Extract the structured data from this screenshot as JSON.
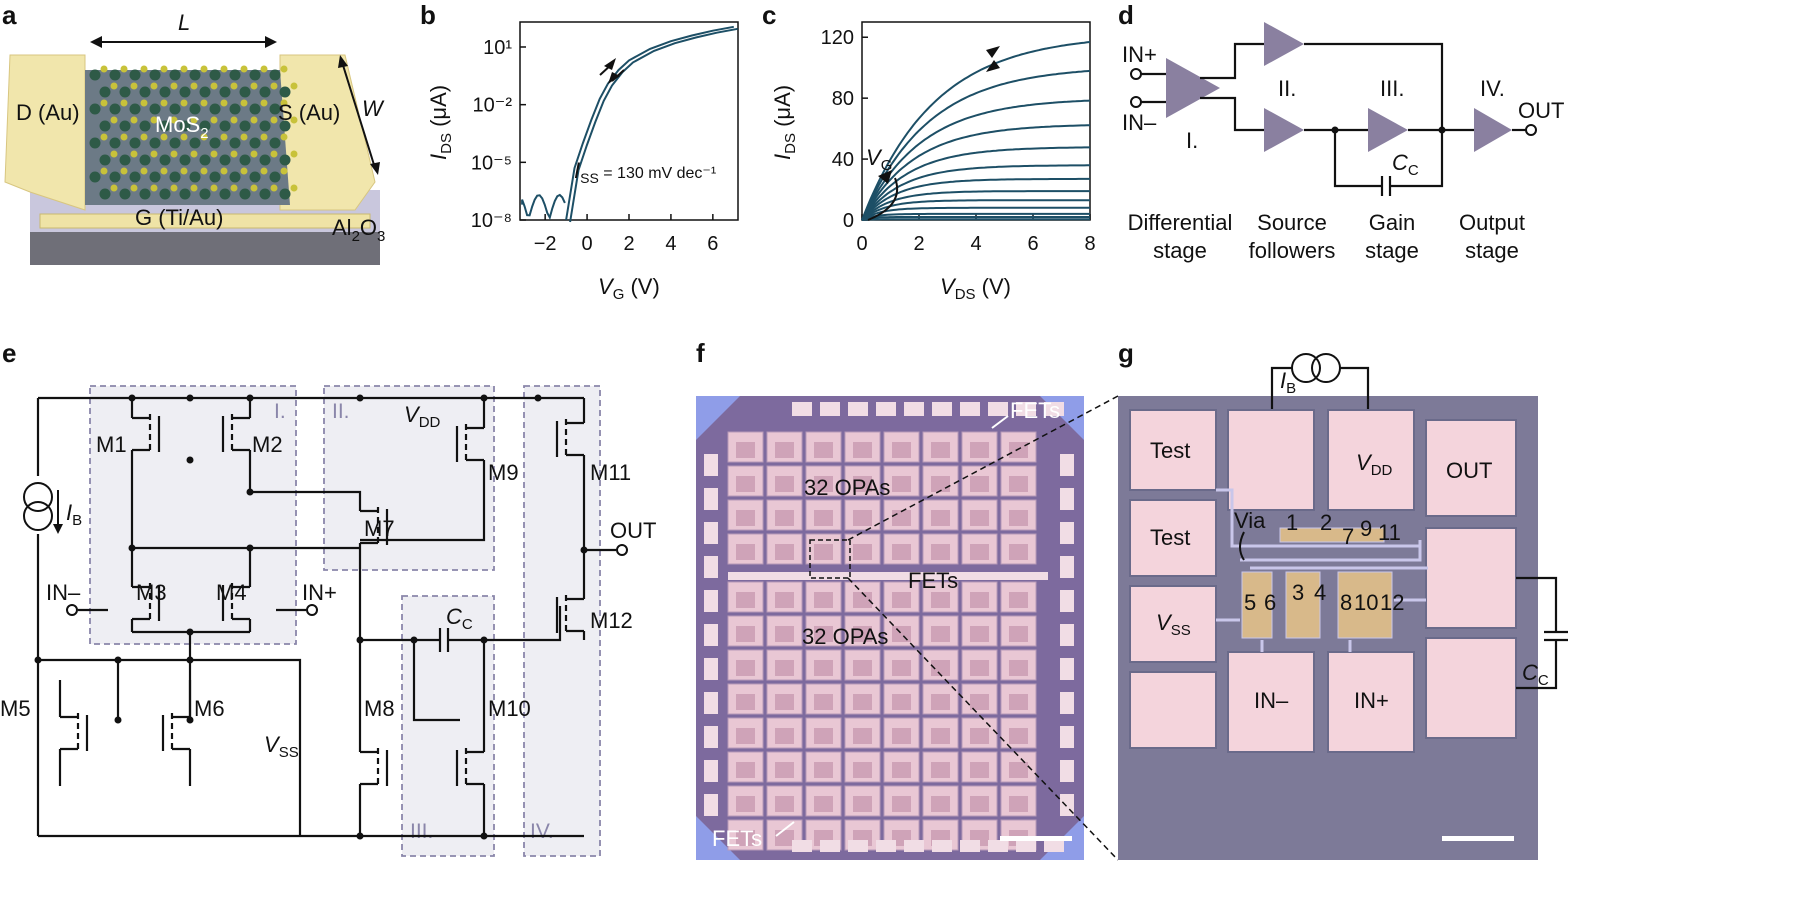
{
  "panels": {
    "a": {
      "label": "a",
      "L": "L",
      "W": "W",
      "drain": "D (Au)",
      "source": "S (Au)",
      "channel": "MoS",
      "channel_sub": "2",
      "gate": "G (Ti/Au)",
      "dielectric": "Al",
      "dielectric_sub1": "2",
      "dielectric_mid": "O",
      "dielectric_sub2": "3"
    },
    "b": {
      "label": "b",
      "ylabel": "I",
      "ylabel_sub": "DS",
      "ylabel_unit": " (μA)",
      "xlabel": "V",
      "xlabel_sub": "G",
      "xlabel_unit": " (V)",
      "ss_prefix": "I",
      "ss_sub": "SS",
      "ss_text": " = 130 mV dec⁻¹"
    },
    "c": {
      "label": "c",
      "ylabel": "I",
      "ylabel_sub": "DS",
      "ylabel_unit": " (μA)",
      "xlabel": "V",
      "xlabel_sub": "DS",
      "xlabel_unit": " (V)",
      "vg": "V",
      "vg_sub": "G"
    },
    "d": {
      "label": "d",
      "in_plus": "IN+",
      "in_minus": "IN–",
      "out": "OUT",
      "stage_I": "I.",
      "stage_II": "II.",
      "stage_III": "III.",
      "stage_IV": "IV.",
      "cc": "C",
      "cc_sub": "C",
      "captions": [
        [
          "Differential",
          "stage"
        ],
        [
          "Source",
          "followers"
        ],
        [
          "Gain",
          "stage"
        ],
        [
          "Output",
          "stage"
        ]
      ]
    },
    "e": {
      "label": "e",
      "vdd": "V",
      "vdd_sub": "DD",
      "vss": "V",
      "vss_sub": "SS",
      "ib": "I",
      "ib_sub": "B",
      "cc": "C",
      "cc_sub": "C",
      "in_minus": "IN–",
      "in_plus": "IN+",
      "out": "OUT",
      "transistors": [
        "M1",
        "M2",
        "M3",
        "M4",
        "M5",
        "M6",
        "M7",
        "M8",
        "M9",
        "M10",
        "M11",
        "M12"
      ],
      "regions": [
        "I.",
        "II.",
        "III.",
        "IV."
      ]
    },
    "f": {
      "label": "f",
      "opa_top": "32 OPAs",
      "opa_bottom": "32 OPAs",
      "fets_top": "FETs",
      "fets_mid": "FETs",
      "fets_bottom": "FETs"
    },
    "g": {
      "label": "g",
      "ib": "I",
      "ib_sub": "B",
      "test1": "Test",
      "test2": "Test",
      "vdd": "V",
      "vdd_sub": "DD",
      "out": "OUT",
      "vss": "V",
      "vss_sub": "SS",
      "in_minus": "IN–",
      "in_plus": "IN+",
      "via": "Via",
      "cc": "C",
      "cc_sub": "C",
      "numbers": [
        "1",
        "2",
        "7",
        "9",
        "11",
        "5",
        "6",
        "3",
        "4",
        "8",
        "10",
        "12"
      ]
    }
  },
  "chart_data": [
    {
      "type": "line",
      "panel": "b",
      "ylabel": "I_DS (μA)",
      "xlabel": "V_G (V)",
      "y_scale": "log",
      "xticks": [
        "−2",
        "0",
        "2",
        "4",
        "6"
      ],
      "yticks": [
        "10⁻⁸",
        "10⁻⁵",
        "10⁻²",
        "10¹"
      ],
      "xlim": [
        -3.2,
        7.2
      ],
      "ylim": [
        -8,
        2.3
      ],
      "series": [
        {
          "x": [
            -1,
            -0.6,
            -0.2,
            0.2,
            0.6,
            1.0,
            1.5,
            2,
            3,
            4,
            5,
            6,
            7
          ],
          "y": [
            -8,
            -5.3,
            -4,
            -2.8,
            -1.7,
            -0.9,
            -0.2,
            0.3,
            0.9,
            1.3,
            1.6,
            1.85,
            2.05
          ]
        }
      ],
      "annotation": "I_SS = 130 mV dec⁻¹"
    },
    {
      "type": "line",
      "panel": "c",
      "ylabel": "I_DS (μA)",
      "xlabel": "V_DS (V)",
      "xticks": [
        "0",
        "2",
        "4",
        "6",
        "8"
      ],
      "yticks": [
        "0",
        "40",
        "80",
        "120"
      ],
      "xlim": [
        0,
        8
      ],
      "ylim": [
        0,
        130
      ],
      "saturation_currents": [
        122,
        101,
        80,
        63,
        48,
        36,
        27,
        19,
        13,
        8,
        4,
        2,
        0.5
      ],
      "vsat_factor": 0.32,
      "annotation": "V_G"
    }
  ]
}
